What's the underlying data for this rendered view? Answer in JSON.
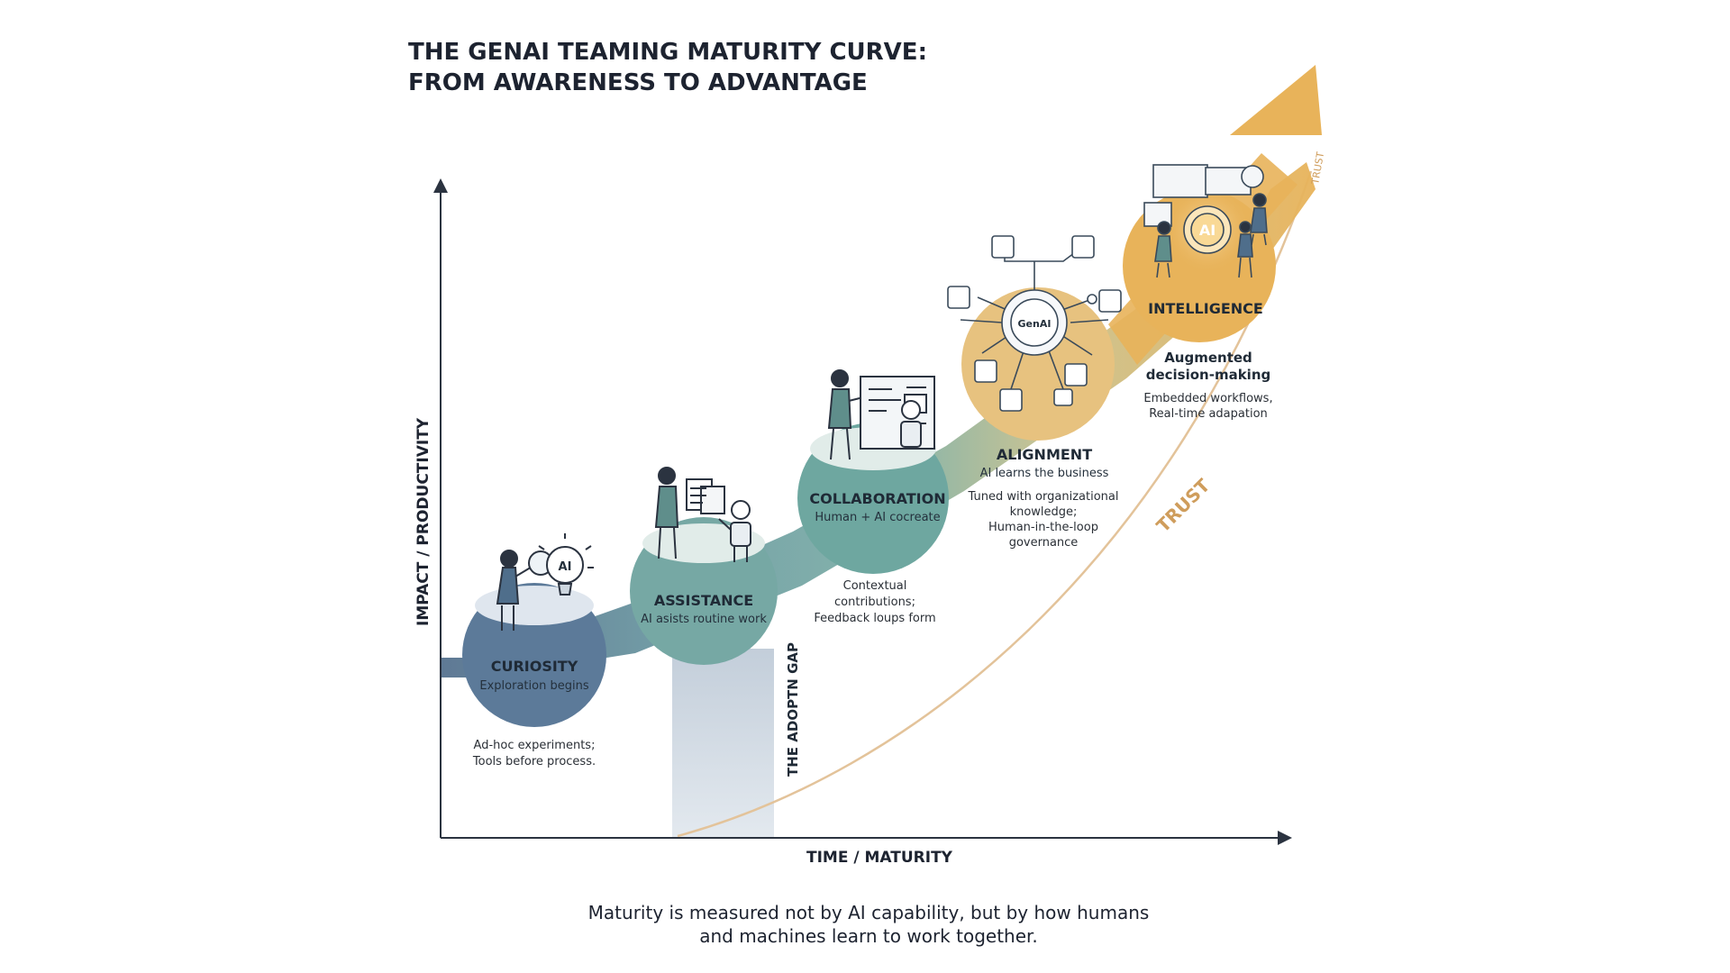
{
  "title": {
    "line1": "THE GENAI TEAMING MATURITY CURVE:",
    "line2": "FROM AWARENESS TO ADVANTAGE"
  },
  "axes": {
    "y_label": "IMPACT / PRODUCTIVITY",
    "x_label": "TIME / MATURITY"
  },
  "stages": [
    {
      "name": "CURIOSITY",
      "subtitle": "Exploration begins",
      "desc": [
        "Ad-hoc experiments;",
        "Tools before process."
      ],
      "color": "#5c7a99"
    },
    {
      "name": "ASSISTANCE",
      "subtitle": "AI asists routine work",
      "desc": [],
      "color": "#76a8a4"
    },
    {
      "name": "COLLABORATION",
      "subtitle": "Human + AI cocreate",
      "desc": [
        "Contextual",
        "contributions;",
        "Feedback loups form"
      ],
      "color": "#6ea7a0"
    },
    {
      "name": "ALIGNMENT",
      "subtitle": "AI learns the business",
      "desc": [
        "Tuned with organizational",
        "knowledge;",
        "Human-in-the-loop",
        "governance"
      ],
      "color": "#e7c27f"
    },
    {
      "name": "INTELLIGENCE",
      "subtitle": "",
      "desc_bold": [
        "Augmented",
        "decision-making"
      ],
      "desc": [
        "Embedded workflows,",
        "Real-time adapation"
      ],
      "color": "#e8b35a"
    }
  ],
  "icons": {
    "stage1": "magnifier-lightbulb-ai-icon",
    "stage2": "person-robot-document-icon",
    "stage3": "person-robot-whiteboard-icon",
    "stage4": "genai-brain-network-icon",
    "stage5": "ai-core-team-icon",
    "stage4_chip_text": "GenAI",
    "stage5_chip_text": "AI"
  },
  "gap_label": "THE ADOPTN GAP",
  "trust": {
    "label": "TRUST",
    "label_small": "TRUST"
  },
  "colors": {
    "band_blue": "#5c7a99",
    "band_teal": "#76a8a4",
    "band_gold": "#e8b35a",
    "trust_line": "#dcb07a",
    "gap_fill": "#c8d2dc"
  },
  "caption": {
    "line1": "Maturity is measured not by AI capability, but by how humans",
    "line2": "and machines learn to work together."
  }
}
